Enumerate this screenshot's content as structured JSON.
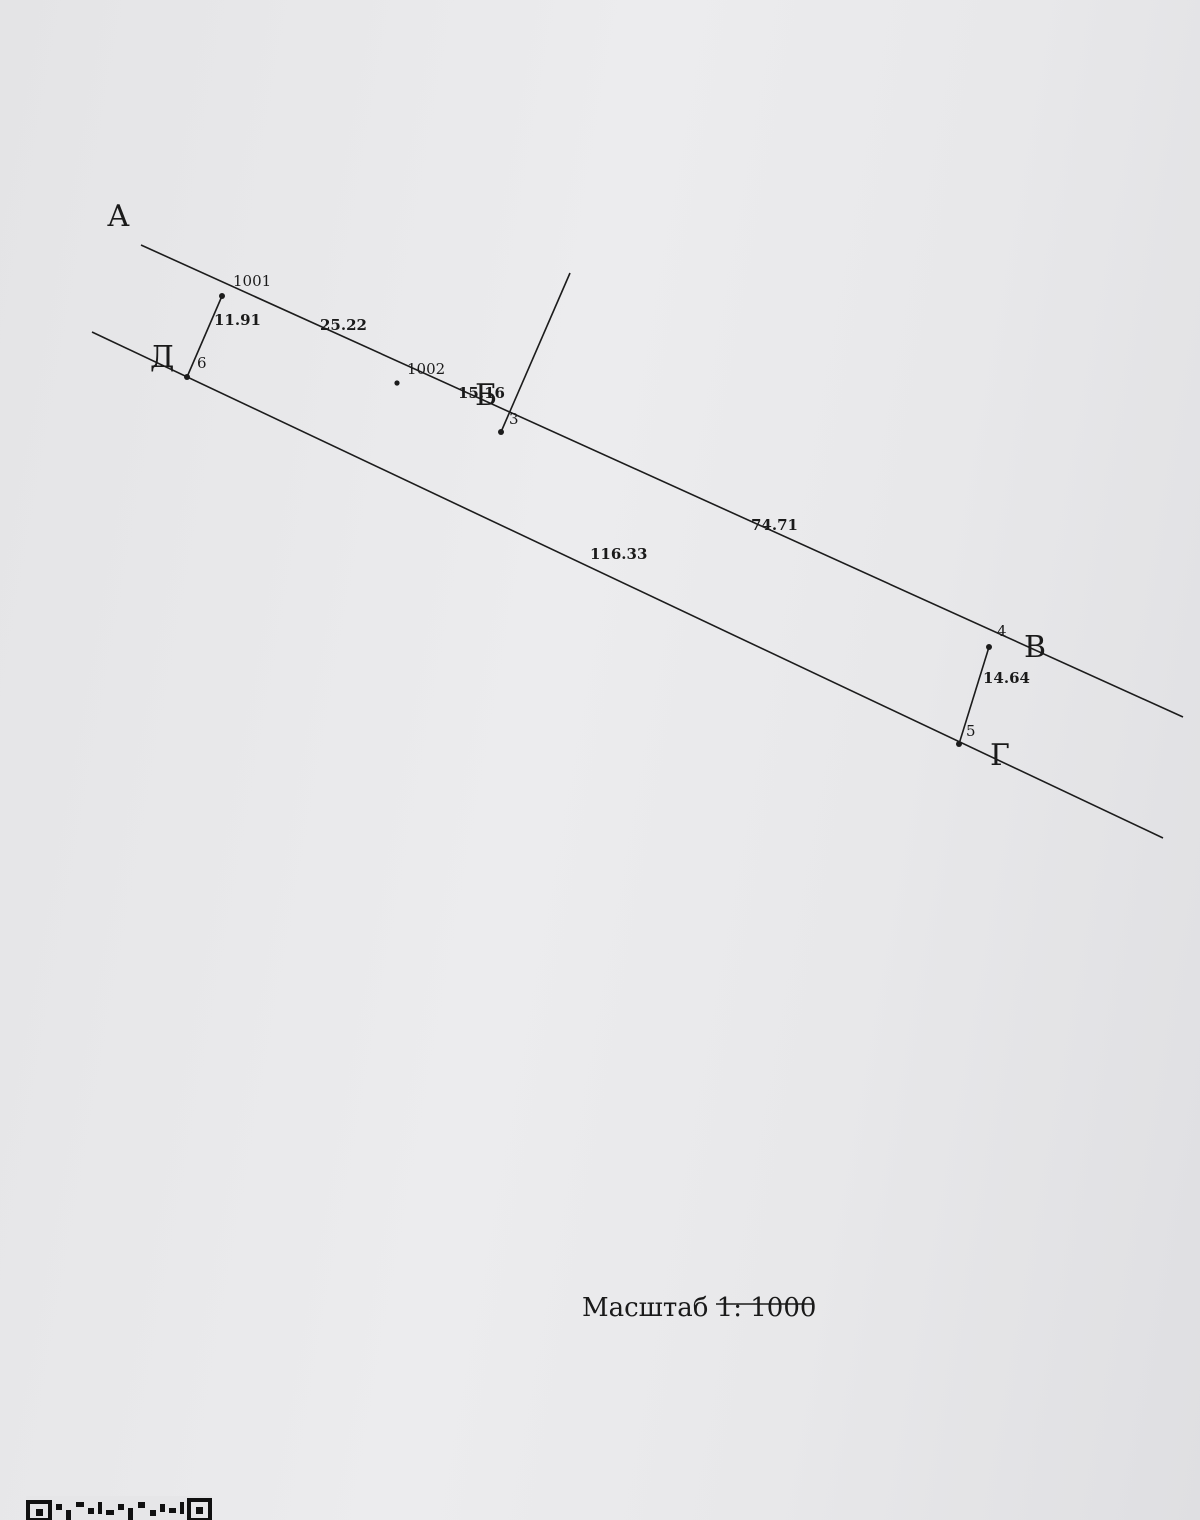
{
  "corner_labels": {
    "a": "А",
    "b": "Б",
    "v": "В",
    "g": "Г",
    "d": "Д"
  },
  "point_numbers": {
    "p1001": "1001",
    "p1002": "1002",
    "p3": "3",
    "p4": "4",
    "p5": "5",
    "p6": "6"
  },
  "dimensions": {
    "d_6_1001": "11.91",
    "d_1001_1002": "25.22",
    "d_1002_3": "15.16",
    "d_3_4": "74.71",
    "d_6_5": "116.33",
    "d_4_5": "14.64"
  },
  "scale": {
    "label": "Масштаб",
    "value": "1: 1000"
  }
}
